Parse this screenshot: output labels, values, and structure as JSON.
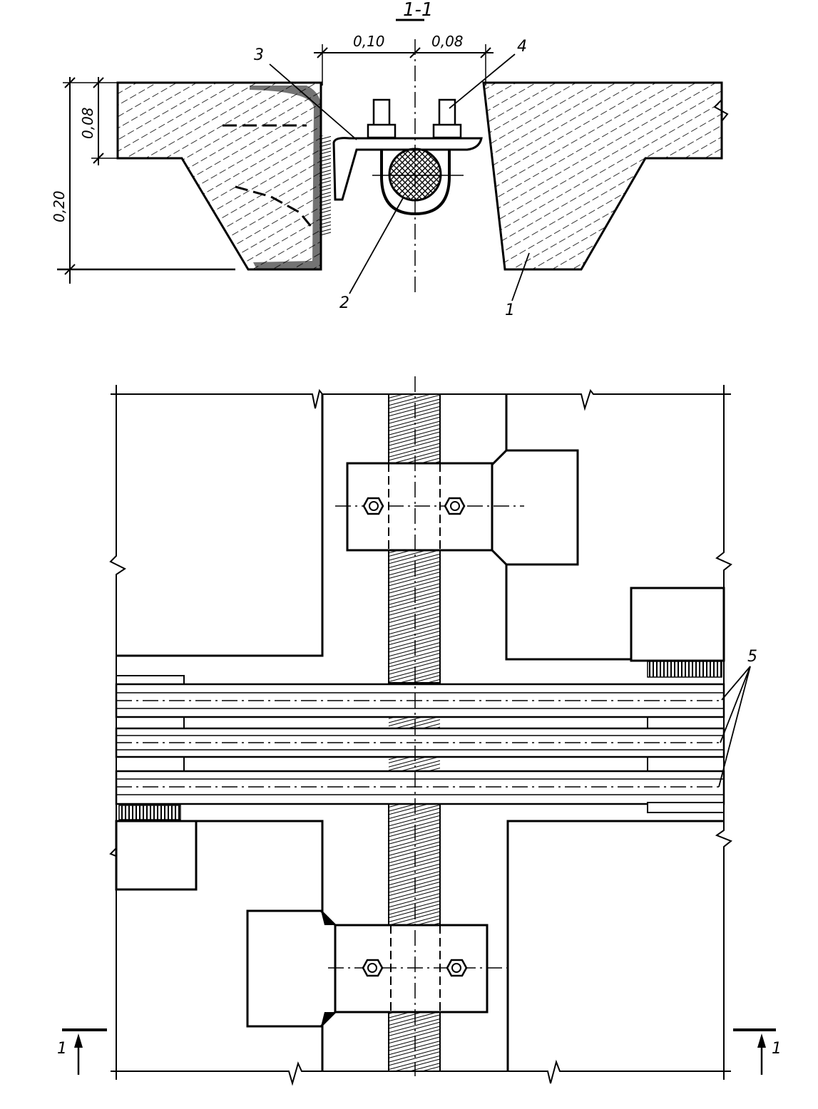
{
  "section_title": "1-1",
  "dimensions": {
    "width_left": "0,10",
    "width_right": "0,08",
    "flange_thickness": "0,08",
    "total_height": "0,20"
  },
  "callouts": {
    "concrete_slab": "1",
    "rubber_tube": "2",
    "steel_angle": "3",
    "bolt": "4",
    "cover_strips": "5"
  },
  "section_marks": {
    "left": "1",
    "right": "1"
  }
}
